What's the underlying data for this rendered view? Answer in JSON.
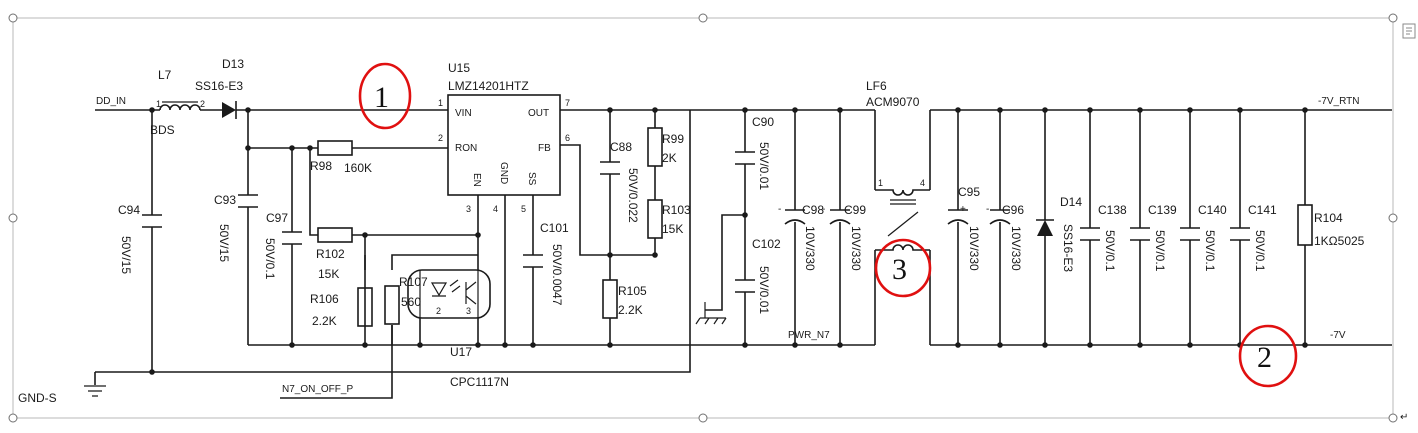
{
  "nets": {
    "input": "DD_IN",
    "ground": "GND-S",
    "rtn": "-7V_RTN",
    "output": "-7V",
    "pwr": "PWR_N7",
    "onoff": "N7_ON_OFF_P"
  },
  "components": {
    "L7": {
      "ref": "L7",
      "value": "BDS"
    },
    "D13": {
      "ref": "D13",
      "value": "SS16-E3"
    },
    "U15": {
      "ref": "U15",
      "value": "LMZ14201HTZ",
      "pins": {
        "vin": "VIN",
        "out": "OUT",
        "ron": "RON",
        "fb": "FB",
        "en": "EN",
        "gnd": "GND",
        "ss": "SS"
      }
    },
    "U17": {
      "ref": "U17",
      "value": "CPC1117N"
    },
    "LF6": {
      "ref": "LF6",
      "value": "ACM9070"
    },
    "D14": {
      "ref": "D14",
      "value": "SS16-E3"
    },
    "C94": {
      "ref": "C94",
      "value": "50V/15"
    },
    "C93": {
      "ref": "C93",
      "value": "50V/15"
    },
    "C97": {
      "ref": "C97",
      "value": "50V/0.1"
    },
    "R98": {
      "ref": "R98",
      "value": "160K"
    },
    "R102": {
      "ref": "R102",
      "value": "15K"
    },
    "R106": {
      "ref": "R106",
      "value": "2.2K"
    },
    "R107": {
      "ref": "R107",
      "value": "560"
    },
    "C101": {
      "ref": "C101",
      "value": "50V/0.0047"
    },
    "C88": {
      "ref": "C88",
      "value": "50V/0.022"
    },
    "R99": {
      "ref": "R99",
      "value": "2K"
    },
    "R103": {
      "ref": "R103",
      "value": "15K"
    },
    "R105": {
      "ref": "R105",
      "value": "2.2K"
    },
    "C90": {
      "ref": "C90",
      "value": "50V/0.01"
    },
    "C102": {
      "ref": "C102",
      "value": "50V/0.01"
    },
    "C98": {
      "ref": "C98",
      "value": "10V/330"
    },
    "C99": {
      "ref": "C99",
      "value": "10V/330"
    },
    "C95": {
      "ref": "C95",
      "value": "10V/330"
    },
    "C96": {
      "ref": "C96",
      "value": "10V/330"
    },
    "C138": {
      "ref": "C138",
      "value": "50V/0.1"
    },
    "C139": {
      "ref": "C139",
      "value": "50V/0.1"
    },
    "C140": {
      "ref": "C140",
      "value": "50V/0.1"
    },
    "C141": {
      "ref": "C141",
      "value": "50V/0.1"
    },
    "R104": {
      "ref": "R104",
      "value": "1KΩ5025"
    }
  },
  "pin_numbers": {
    "p1": "1",
    "p2": "2",
    "p3": "3",
    "p4": "4",
    "p5": "5",
    "p6": "6",
    "p7": "7"
  },
  "polarity": {
    "plus": "+",
    "minus": "-"
  },
  "callouts": [
    "1",
    "2",
    "3"
  ],
  "colors": {
    "wire": "#1a1a1a",
    "callout": "#e01010",
    "selection": "#a8a8a8"
  }
}
